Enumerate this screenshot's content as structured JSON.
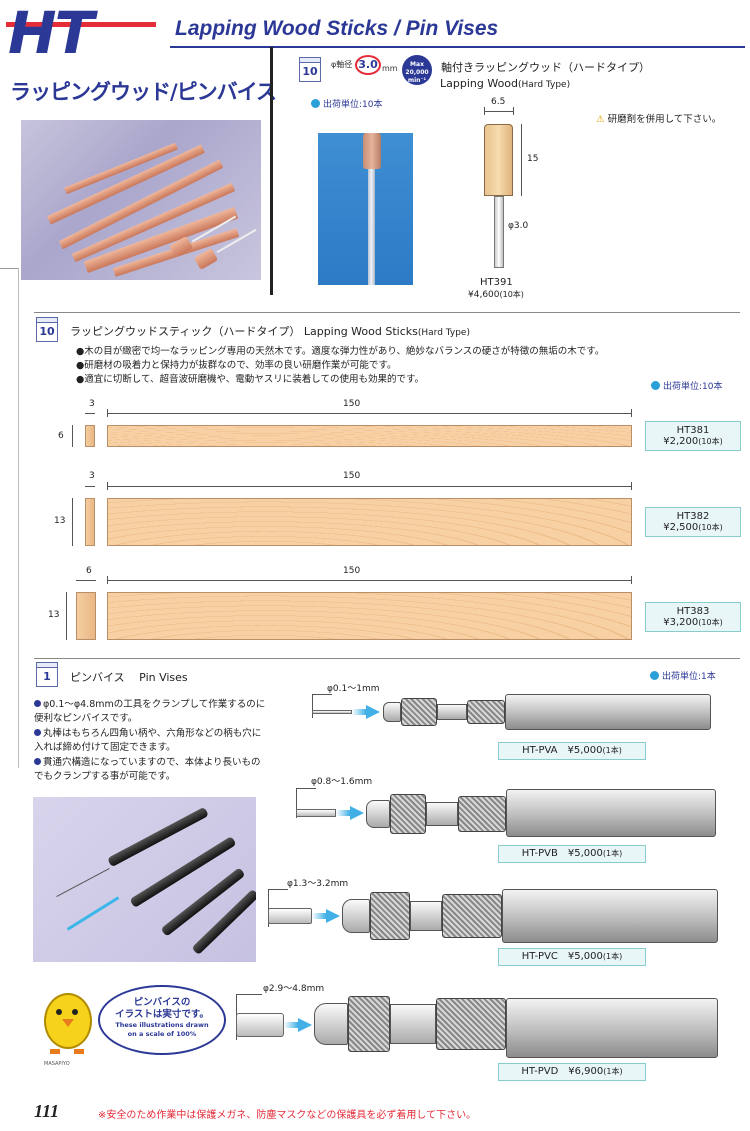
{
  "header": {
    "logo": "HT",
    "title_en": "Lapping Wood Sticks / Pin Vises",
    "title_jp": "ラッピングウッド/ピンバイス"
  },
  "lapping_wood": {
    "badge": "10",
    "diameter_label": "φ軸径",
    "diameter_value": "3.0",
    "diameter_unit": "mm",
    "rpm_label": "Max 20,000 min⁻¹",
    "title_jp": "軸付きラッピングウッド（ハードタイプ）",
    "title_en": "Lapping Wood",
    "title_en_sub": "(Hard Type)",
    "ship_unit": "出荷単位:10本",
    "warning": "研磨剤を併用して下さい。",
    "dim_width": "6.5",
    "dim_height": "15",
    "dim_shaft": "φ3.0",
    "code": "HT391",
    "price": "¥4,600",
    "price_unit": "(10本)"
  },
  "sticks": {
    "badge": "10",
    "title_jp": "ラッピングウッドスティック（ハードタイプ）",
    "title_en": "Lapping Wood Sticks",
    "title_en_sub": "(Hard Type)",
    "bullets": [
      "●木の目が緻密で均一なラッピング専用の天然木です。適度な弾力性があり、絶妙なバランスの硬さが特徴の無垢の木です。",
      "●研磨材の吸着力と保持力が抜群なので、効率の良い研磨作業が可能です。",
      "●適宜に切断して、超音波研磨機や、電動ヤスリに装着しての使用も効果的です。"
    ],
    "ship_unit": "出荷単位:10本",
    "items": [
      {
        "thick": "3",
        "height": "6",
        "length": "150",
        "code": "HT381",
        "price": "¥2,200",
        "unit": "(10本)"
      },
      {
        "thick": "3",
        "height": "13",
        "length": "150",
        "code": "HT382",
        "price": "¥2,500",
        "unit": "(10本)"
      },
      {
        "thick": "6",
        "height": "13",
        "length": "150",
        "code": "HT383",
        "price": "¥3,200",
        "unit": "(10本)"
      }
    ]
  },
  "pin_vises": {
    "badge": "1",
    "title_jp": "ピンバイス",
    "title_en": "Pin Vises",
    "ship_unit": "出荷単位:1本",
    "bullets": [
      "φ0.1～φ4.8mmの工具をクランプして作業するのに便利なピンバイスです。",
      "丸棒はもちろん四角い柄や、六角形などの柄も穴に入れば締め付けて固定できます。",
      "貫通穴構造になっていますので、本体より長いものでもクランプする事が可能です。"
    ],
    "items": [
      {
        "range": "φ0.1～1mm",
        "code": "HT-PVA",
        "price": "¥5,000",
        "unit": "(1本)"
      },
      {
        "range": "φ0.8～1.6mm",
        "code": "HT-PVB",
        "price": "¥5,000",
        "unit": "(1本)"
      },
      {
        "range": "φ1.3～3.2mm",
        "code": "HT-PVC",
        "price": "¥5,000",
        "unit": "(1本)"
      },
      {
        "range": "φ2.9～4.8mm",
        "code": "HT-PVD",
        "price": "¥6,900",
        "unit": "(1本)"
      }
    ],
    "bubble_jp_1": "ピンバイスの",
    "bubble_jp_2": "イラストは実寸です。",
    "bubble_en_1": "These illustrations drawn",
    "bubble_en_2": "on a scale of 100%",
    "mascot_label": "MASAPIYO"
  },
  "footer": {
    "page": "111",
    "note": "※安全のため作業中は保護メガネ、防塵マスクなどの保護具を必ず着用して下さい。"
  }
}
